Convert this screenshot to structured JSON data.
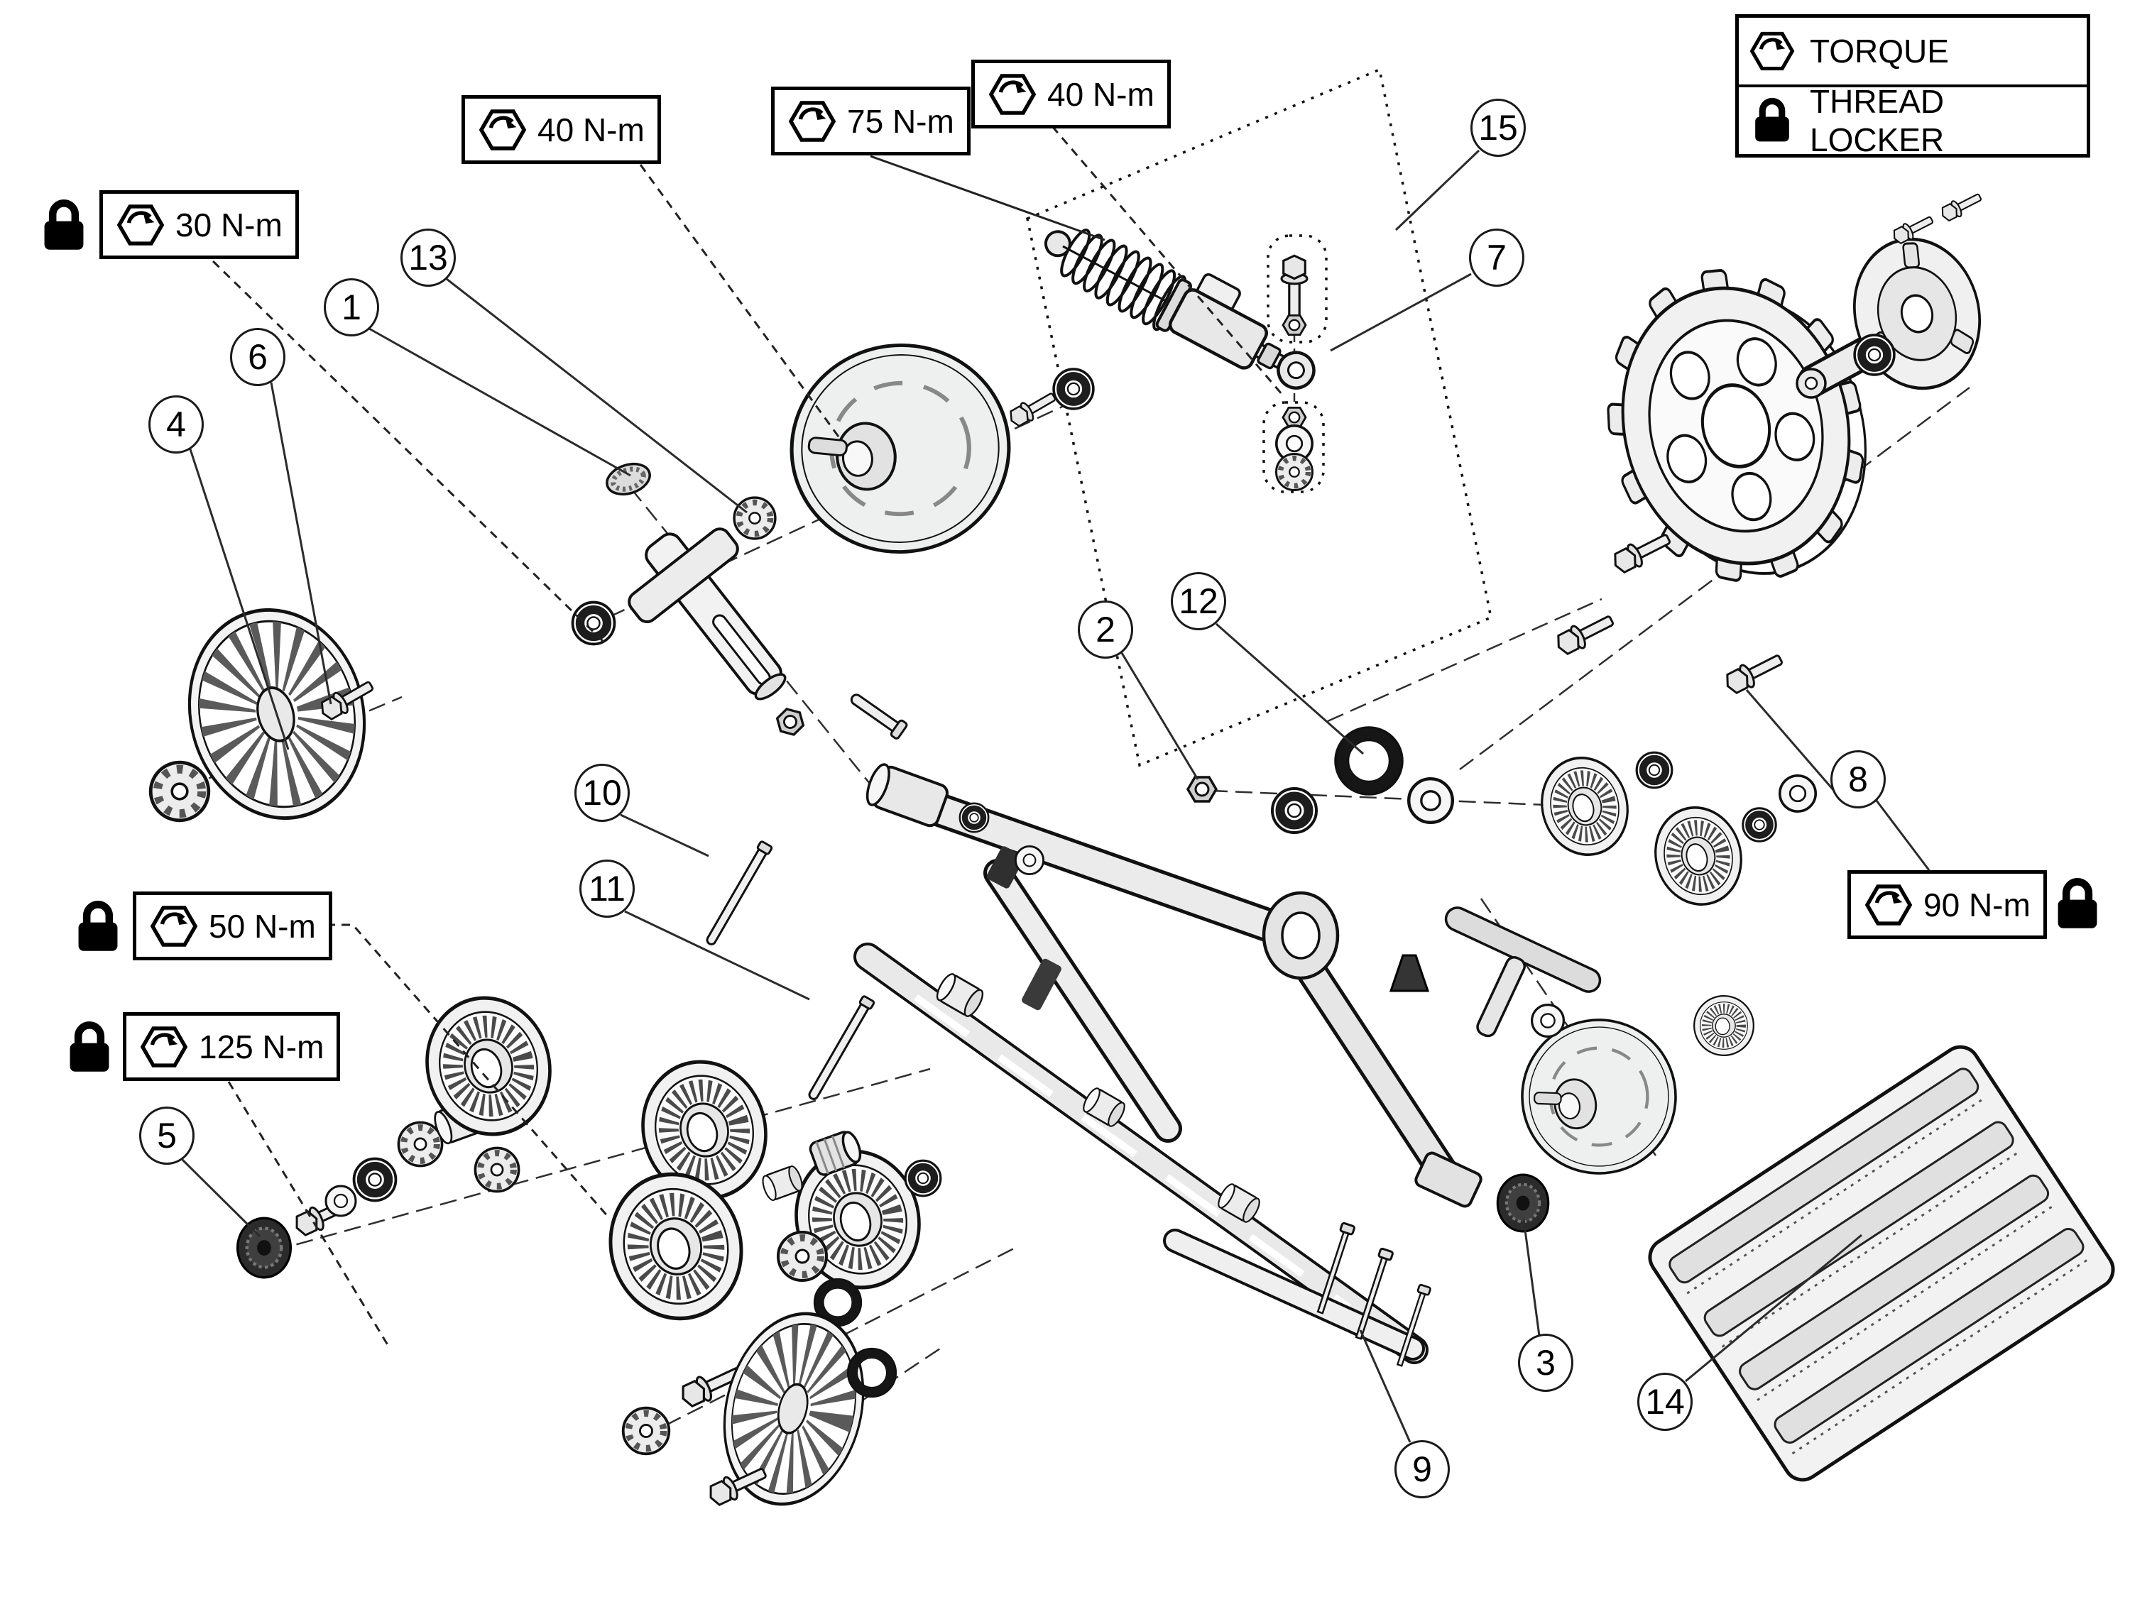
{
  "colors": {
    "line": "#111111",
    "fill_light": "#f1f1f1",
    "fill_dark": "#2b2b2b",
    "background": "#ffffff"
  },
  "legend": {
    "rows": [
      {
        "icon": "torque-hex-icon",
        "label": "TORQUE"
      },
      {
        "icon": "thread-locker-lock-icon",
        "label": "THREAD LOCKER"
      }
    ]
  },
  "torque_callouts": [
    {
      "id": "callout-30nm",
      "value": "30 N-m",
      "torque_nm": 30,
      "thread_locker": true
    },
    {
      "id": "callout-40nm-a",
      "value": "40 N-m",
      "torque_nm": 40,
      "thread_locker": false
    },
    {
      "id": "callout-75nm",
      "value": "75 N-m",
      "torque_nm": 75,
      "thread_locker": false
    },
    {
      "id": "callout-40nm-b",
      "value": "40 N-m",
      "torque_nm": 40,
      "thread_locker": false
    },
    {
      "id": "callout-50nm",
      "value": "50 N-m",
      "torque_nm": 50,
      "thread_locker": true
    },
    {
      "id": "callout-125nm",
      "value": "125 N-m",
      "torque_nm": 125,
      "thread_locker": true
    },
    {
      "id": "callout-90nm",
      "value": "90 N-m",
      "torque_nm": 90,
      "thread_locker": true
    }
  ],
  "part_labels": [
    {
      "number": "1"
    },
    {
      "number": "2"
    },
    {
      "number": "3"
    },
    {
      "number": "4"
    },
    {
      "number": "5"
    },
    {
      "number": "6"
    },
    {
      "number": "7"
    },
    {
      "number": "8"
    },
    {
      "number": "9"
    },
    {
      "number": "10"
    },
    {
      "number": "11"
    },
    {
      "number": "12"
    },
    {
      "number": "13"
    },
    {
      "number": "14"
    },
    {
      "number": "15"
    }
  ]
}
